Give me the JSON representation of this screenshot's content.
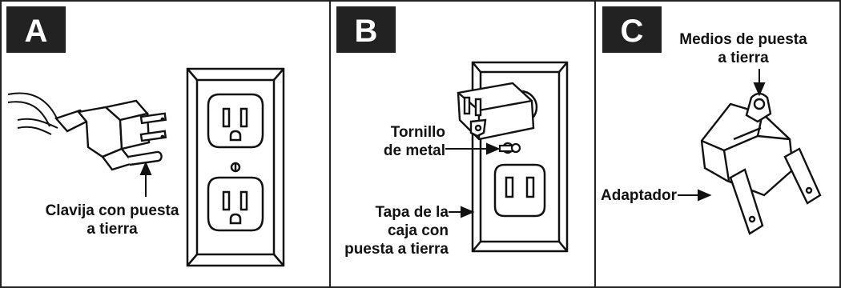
{
  "panels": [
    {
      "letter": "A"
    },
    {
      "letter": "B"
    },
    {
      "letter": "C"
    }
  ],
  "labels": {
    "a_plug_line1": "Clavija con puesta",
    "a_plug_line2": "a tierra",
    "b_screw_line1": "Tornillo",
    "b_screw_line2": "de metal",
    "b_box_line1": "Tapa de la",
    "b_box_line2": "caja con",
    "b_box_line3": "puesta a tierra",
    "c_ground_line1": "Medios de puesta",
    "c_ground_line2": "a tierra",
    "c_adapter": "Adaptador"
  },
  "colors": {
    "ink": "#111111",
    "badge": "#222222",
    "background": "#ffffff"
  }
}
